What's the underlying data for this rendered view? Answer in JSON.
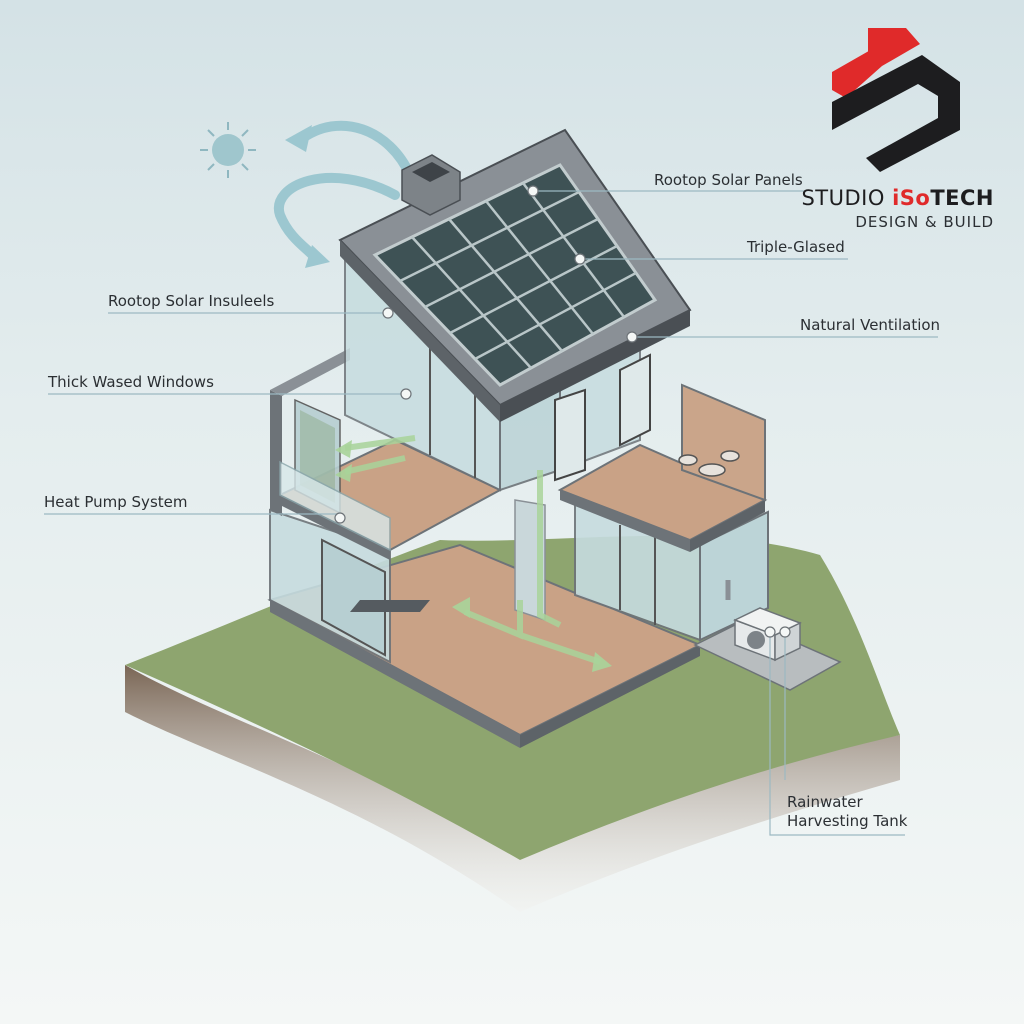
{
  "brand": {
    "name_part1": "STUDIO ",
    "name_part2": "iSo",
    "name_part3": "TECH",
    "tagline": "DESIGN & BUILD",
    "colors": {
      "red": "#e02a2a",
      "dark": "#1d1d1f"
    }
  },
  "callouts": [
    {
      "id": "rooftop-solar-panels",
      "text": "Rootop Solar Panels"
    },
    {
      "id": "triple-glased",
      "text": "Triple-Glased"
    },
    {
      "id": "natural-ventilation",
      "text": "Natural Ventilation"
    },
    {
      "id": "rooftop-solar-insuleels",
      "text": "Rootop Solar Insuleels"
    },
    {
      "id": "thick-wased-windows",
      "text": "Thick Wased Windows"
    },
    {
      "id": "heat-pump-system",
      "text": "Heat Pump System"
    },
    {
      "id": "rainwater-harvesting-tank",
      "text": "Rainwater\nHarvesting Tank"
    }
  ],
  "icons": [
    "sun-icon",
    "airflow-arrow-icon",
    "brand-logo-icon"
  ],
  "colors": {
    "grass": "#8ea56f",
    "soil": "#8b7866",
    "wall": "#8a9096",
    "glass": "#c6dcdf",
    "floor": "#c9a286",
    "solar": "#4e6366",
    "airflow": "#a9d49a",
    "leader": "#9cb9c2"
  }
}
